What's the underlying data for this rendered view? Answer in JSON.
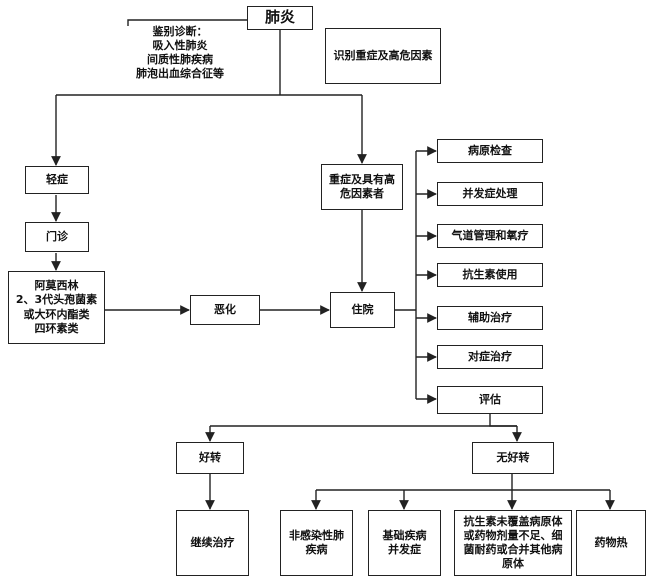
{
  "nodes": {
    "pneumonia": "肺炎",
    "differential": "鉴别诊断：\n吸入性肺炎\n间质性肺疾病\n肺泡出血综合征等",
    "identify_risk": "识别重症及高危因素",
    "mild": "轻症",
    "outpatient": "门诊",
    "antibiotics": "阿莫西林\n2、3代头孢菌素\n或大环内酯类\n四环素类",
    "worsen": "恶化",
    "severe": "重症及具有高\n危因素者",
    "hospital": "住院",
    "pathogen": "病原检查",
    "complication": "并发症处理",
    "airway": "气道管理和氧疗",
    "antibiotic_use": "抗生素使用",
    "adjuvant": "辅助治疗",
    "symptomatic": "对症治疗",
    "evaluate": "评估",
    "improve": "好转",
    "no_improve": "无好转",
    "continue": "继续治疗",
    "noninfectious": "非感染性肺\n疾病",
    "underlying": "基础疾病\n并发症",
    "coverage": "抗生素未覆盖病原体\n或药物剂量不足、细\n菌耐药或合并其他病\n原体",
    "drug_fever": "药物热"
  }
}
